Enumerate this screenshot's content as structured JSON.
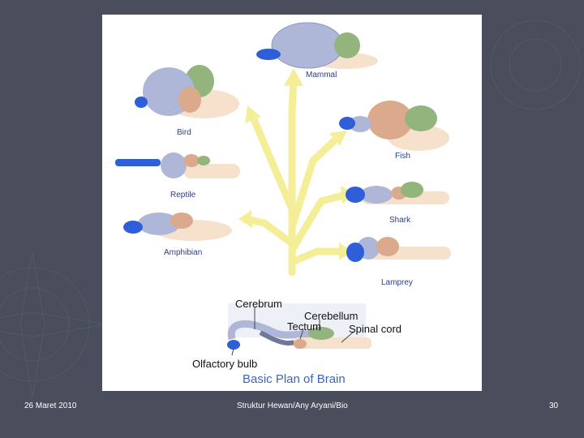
{
  "slide": {
    "background": "#4a4e5c",
    "footer": {
      "date": "26 Maret 2010",
      "center": "Struktur Hewan/Any Aryani/Bio",
      "page": "30"
    }
  },
  "figure": {
    "animals": {
      "mammal": "Mammal",
      "bird": "Bird",
      "fish": "Fish",
      "reptile": "Reptile",
      "shark": "Shark",
      "amphibian": "Amphibian",
      "lamprey": "Lamprey"
    },
    "basic_plan": {
      "cerebrum": "Cerebrum",
      "cerebellum": "Cerebellum",
      "tectum": "Tectum",
      "spinal_cord": "Spinal cord",
      "olfactory_bulb": "Olfactory bulb",
      "caption": "Basic Plan of Brain"
    },
    "colors": {
      "olfactory": "#2f5fd8",
      "cerebrum": "#aeb7d8",
      "tectum": "#dba98c",
      "cerebellum": "#93b57d",
      "brainstem": "#f6e1cc",
      "arrow": "#f5ee98"
    }
  }
}
